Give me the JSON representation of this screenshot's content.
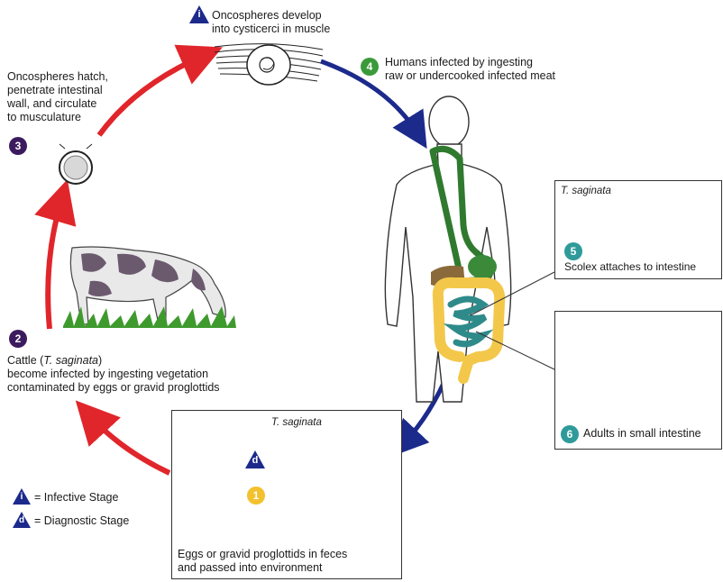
{
  "colors": {
    "purple_badge": "#3b1b5e",
    "green_badge": "#3a9a3a",
    "teal_badge": "#2f9a9a",
    "yellow_badge": "#f2c12e",
    "blue_triangle": "#1c2a8c",
    "red_arrow": "#e0262b",
    "blue_arrow": "#1c2a8c",
    "digestive_green": "#3b8a3a",
    "intestine_yellow": "#f3c84a",
    "intestine_teal": "#3aa6a6"
  },
  "stages": {
    "s1": {
      "number": "1",
      "text": "Eggs or gravid proglottids in feces\nand passed into environment",
      "species": "T. saginata"
    },
    "s2": {
      "number": "2",
      "text_prefix": "Cattle (",
      "species": "T. saginata",
      "text_suffix": ")",
      "text_rest": "become infected by ingesting vegetation\ncontaminated by eggs or gravid proglottids"
    },
    "s3": {
      "number": "3",
      "text": "Oncospheres hatch,\npenetrate intestinal\nwall, and circulate\nto musculature"
    },
    "s4": {
      "number": "4",
      "text": "Humans infected by ingesting\nraw or undercooked infected meat"
    },
    "s5": {
      "number": "5",
      "text": "Scolex attaches to intestine",
      "species": "T. saginata"
    },
    "s6": {
      "number": "6",
      "text": "Adults in small intestine"
    },
    "infective": {
      "letter": "i",
      "text": "Oncospheres develop\ninto cysticerci in muscle"
    }
  },
  "diagnostic_marker": {
    "letter": "d"
  },
  "legend": {
    "infective": {
      "letter": "i",
      "label": "= Infective Stage"
    },
    "diagnostic": {
      "letter": "d",
      "label": "= Diagnostic Stage"
    }
  }
}
